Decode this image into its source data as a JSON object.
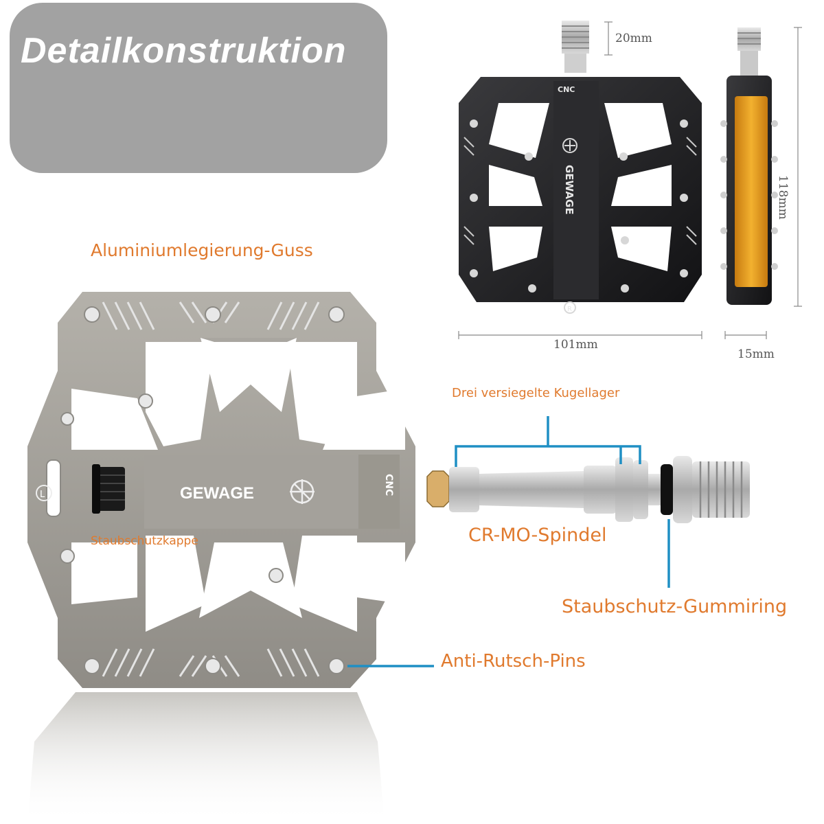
{
  "title": "Detailkonstruktion",
  "dimensions": {
    "thread_length": "20mm",
    "height": "118mm",
    "width": "101mm",
    "depth": "15mm"
  },
  "labels": {
    "material": "Aluminiumlegierung-Guss",
    "bearings": "Drei versiegelte Kugellager",
    "spindle": "CR-MO-Spindel",
    "dust_cap": "Staubschutzkappe",
    "rubber_ring": "Staubschutz-Gummiring",
    "pins": "Anti-Rutsch-Pins"
  },
  "pedal_marks": {
    "brand": "GEWAGE",
    "cnc": "CNC",
    "side": "L",
    "side_right": "R"
  },
  "colors": {
    "accent_orange": "#e07a2e",
    "callout_blue": "#1f8fc4",
    "title_bg": "#a2a2a2"
  }
}
